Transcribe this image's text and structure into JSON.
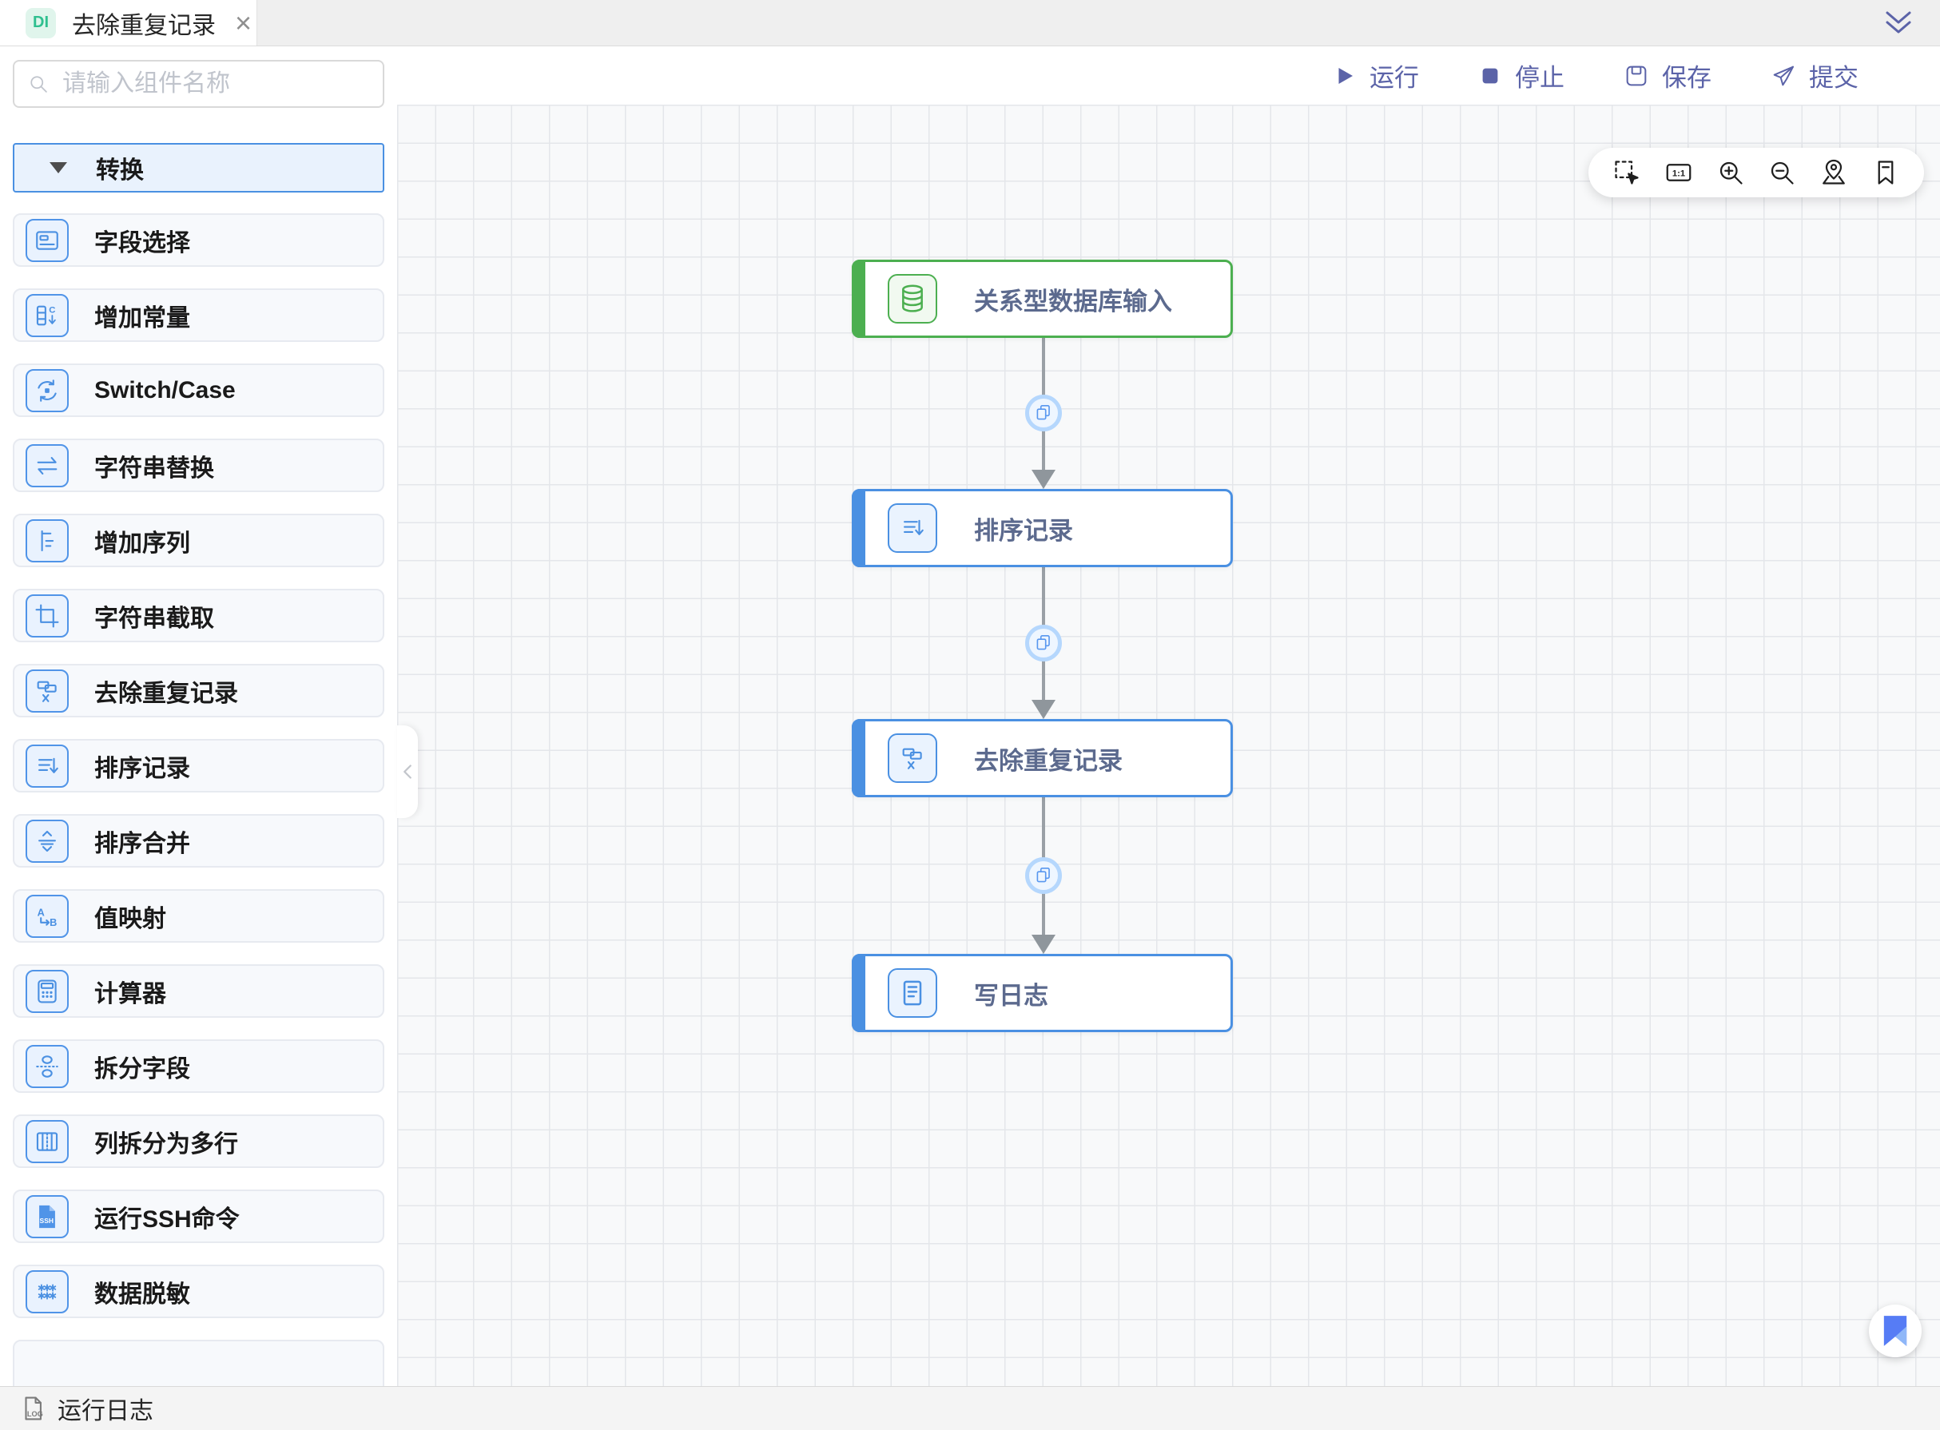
{
  "tab": {
    "badge": "DI",
    "title": "去除重复记录"
  },
  "toolbar": {
    "run_label": "运行",
    "run_icon": "play-icon",
    "stop_label": "停止",
    "stop_icon": "stop-icon",
    "save_label": "保存",
    "save_icon": "save-icon",
    "submit_label": "提交",
    "submit_icon": "send-icon"
  },
  "sidebar": {
    "search_placeholder": "请输入组件名称",
    "group": {
      "label": "转换",
      "expanded": true
    },
    "items": [
      {
        "label": "字段选择",
        "icon": "field-select-icon"
      },
      {
        "label": "增加常量",
        "icon": "add-constant-icon"
      },
      {
        "label": "Switch/Case",
        "icon": "switch-case-icon"
      },
      {
        "label": "字符串替换",
        "icon": "string-replace-icon"
      },
      {
        "label": "增加序列",
        "icon": "add-sequence-icon"
      },
      {
        "label": "字符串截取",
        "icon": "string-cut-icon"
      },
      {
        "label": "去除重复记录",
        "icon": "dedupe-icon"
      },
      {
        "label": "排序记录",
        "icon": "sort-records-icon"
      },
      {
        "label": "排序合并",
        "icon": "sort-merge-icon"
      },
      {
        "label": "值映射",
        "icon": "value-map-icon"
      },
      {
        "label": "计算器",
        "icon": "calculator-icon"
      },
      {
        "label": "拆分字段",
        "icon": "split-field-icon"
      },
      {
        "label": "列拆分为多行",
        "icon": "column-split-icon"
      },
      {
        "label": "运行SSH命令",
        "icon": "ssh-icon"
      },
      {
        "label": "数据脱敏",
        "icon": "data-mask-icon"
      }
    ]
  },
  "canvas": {
    "nodes": [
      {
        "label": "关系型数据库输入",
        "type": "relational-db-input",
        "accent": "green",
        "icon": "database-icon"
      },
      {
        "label": "排序记录",
        "type": "sort-records",
        "accent": "blue",
        "icon": "sort-records-icon"
      },
      {
        "label": "去除重复记录",
        "type": "dedupe-records",
        "accent": "blue",
        "icon": "dedupe-icon"
      },
      {
        "label": "写日志",
        "type": "write-log",
        "accent": "blue",
        "icon": "write-log-icon"
      }
    ],
    "edges": [
      {
        "from": 0,
        "to": 1,
        "badge_icon": "copy-icon"
      },
      {
        "from": 1,
        "to": 2,
        "badge_icon": "copy-icon"
      },
      {
        "from": 2,
        "to": 3,
        "badge_icon": "copy-icon"
      }
    ],
    "tools": [
      "marquee-select",
      "one-to-one",
      "zoom-in",
      "zoom-out",
      "locate",
      "bookmark"
    ]
  },
  "statusbar": {
    "log_label": "运行日志",
    "log_icon": "log-icon"
  },
  "colors": {
    "accent_blue": "#4a90e2",
    "node_green": "#4caf50",
    "toolbar_slate": "#5b63a8",
    "badge_green": "#2fbf8f",
    "grid_line": "#e4e6ea",
    "canvas_bg": "#f8f9fa"
  }
}
